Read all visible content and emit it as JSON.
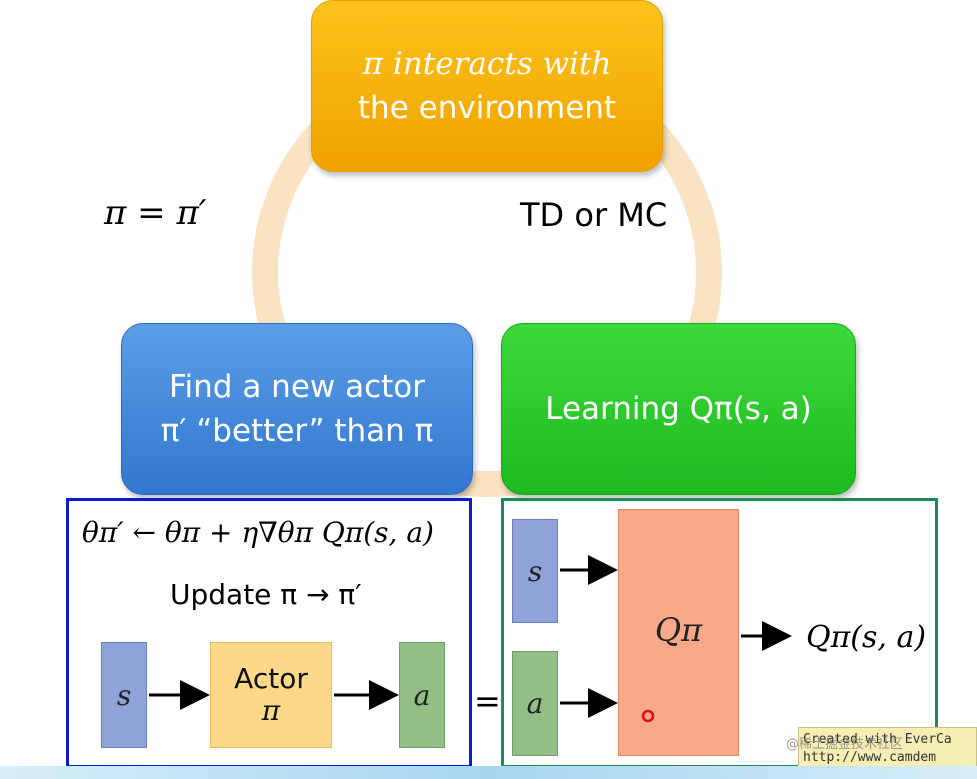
{
  "cycle": {
    "top_box": {
      "line1": "π interacts with",
      "line2": "the environment"
    },
    "left_box": {
      "line1": "Find a new actor",
      "line2": "π′ “better” than π"
    },
    "right_box": {
      "text": "Learning Qπ(s, a)"
    },
    "left_label": "π = π′",
    "right_label": "TD or MC"
  },
  "actor_panel": {
    "equation": "θπ′ ← θπ + η∇θπ Qπ(s, a)",
    "update_text": "Update π → π′",
    "input": "s",
    "actor_label": "Actor",
    "actor_symbol": "π",
    "output": "a"
  },
  "equals": "=",
  "q_panel": {
    "input_s": "s",
    "input_a": "a",
    "network_label": "Qπ",
    "output": "Qπ(s, a)"
  },
  "watermark": {
    "line1": "Created with EverCa",
    "line2": "http://www.camdem",
    "overlay": "@稀土掘金技术社区"
  },
  "colors": {
    "top_box": "#f5b00e",
    "actor_box": "#4488dc",
    "learn_box": "#2ac82a",
    "actor_frame": "#0c1ccc",
    "q_frame": "#1e8a57",
    "q_network": "#f8a98a",
    "actor_block": "#fcd98a"
  }
}
